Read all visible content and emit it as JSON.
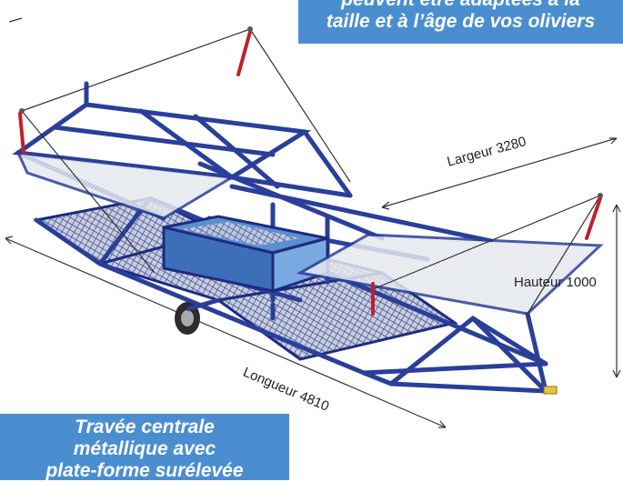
{
  "captions": {
    "top": {
      "line1": "peuvent être adaptées à la",
      "line2": "taille et à l’âge de vos oliviers"
    },
    "bottom": {
      "line1": "Travée centrale",
      "line2": "métallique avec",
      "line3": "plate-forme surélevée"
    }
  },
  "dimensions": {
    "width": "Largeur 3280",
    "height": "Hauteur 1000",
    "length": "Longueur 4810"
  },
  "colors": {
    "frame": "#2a3f9a",
    "accent_red": "#c0202a",
    "caption_bg": "#4a8ed0",
    "mesh": "#3a4a8a"
  }
}
